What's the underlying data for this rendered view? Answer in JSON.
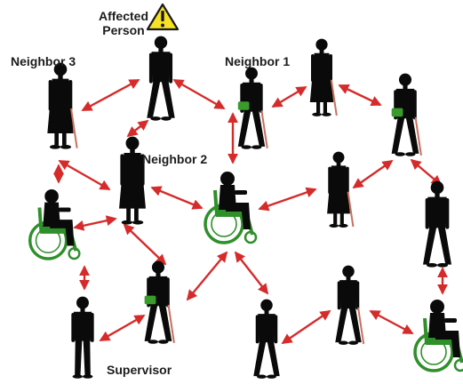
{
  "labels": {
    "affected": "Affected\nPerson",
    "neighbor1": "Neighbor 1",
    "neighbor2": "Neighbor 2",
    "neighbor3": "Neighbor 3",
    "supervisor": "Supervisor"
  },
  "colors": {
    "arrow": "#d52b2b",
    "silhouette": "#0a0a0a",
    "wheelchair": "#2f8f2a",
    "bag": "#3a9b2c",
    "cane": "#c9705e",
    "warning_fill": "#f6e125",
    "warning_stroke": "#1a1a1a"
  },
  "icons": {
    "warning": "warning-triangle-icon"
  }
}
